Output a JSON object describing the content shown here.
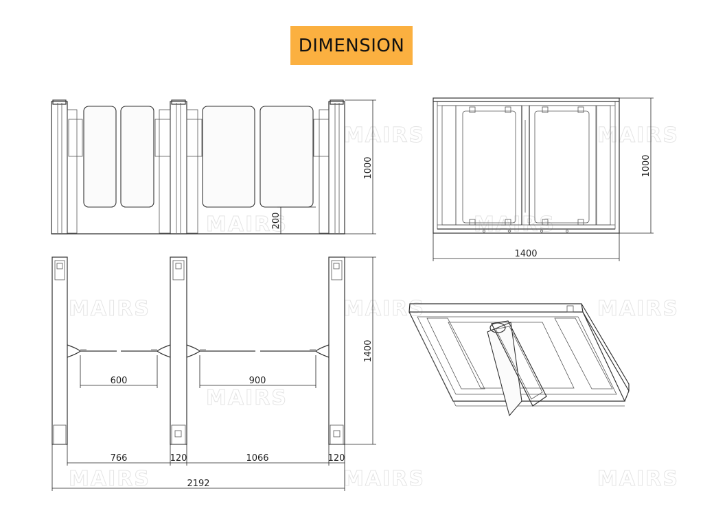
{
  "title": "DIMENSION",
  "watermark": "MAIRS",
  "dimensions": {
    "front_height": "1000",
    "front_flap_clearance": "200",
    "side_height": "1000",
    "side_width": "1400",
    "top_depth": "1400",
    "flap_gap_1": "600",
    "flap_gap_2": "900",
    "pitch_1": "766",
    "post_1": "120",
    "pitch_2": "1066",
    "post_2": "120",
    "overall_width": "2192"
  }
}
